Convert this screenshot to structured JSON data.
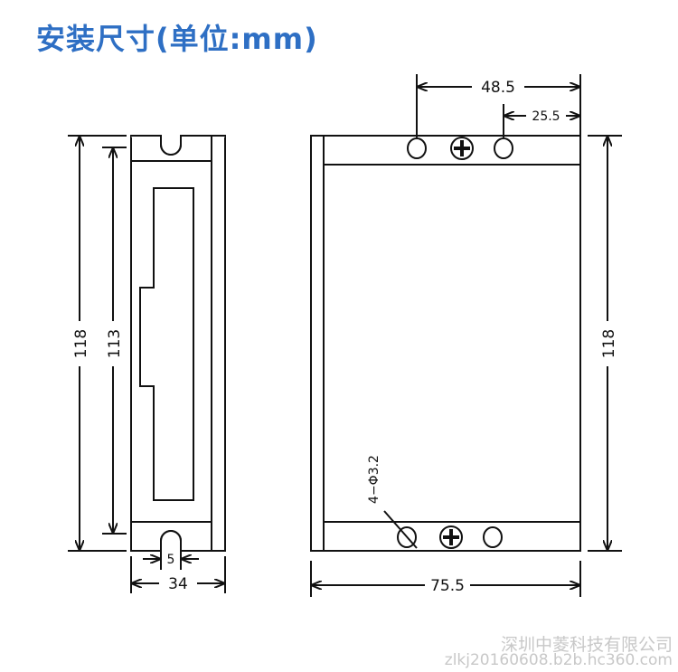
{
  "title": "安装尺寸(单位:mm)",
  "dimensions": {
    "side_height_outer": "118",
    "side_height_inner": "113",
    "side_slot": "5",
    "side_width": "34",
    "front_hole_span": "48.5",
    "front_hole_offset": "25.5",
    "front_height": "118",
    "front_width": "75.5",
    "hole_spec": "4−Φ3.2"
  },
  "watermark": {
    "company": "深圳中菱科技有限公司",
    "site": "zlkj20160608.b2b.hc360.com"
  }
}
